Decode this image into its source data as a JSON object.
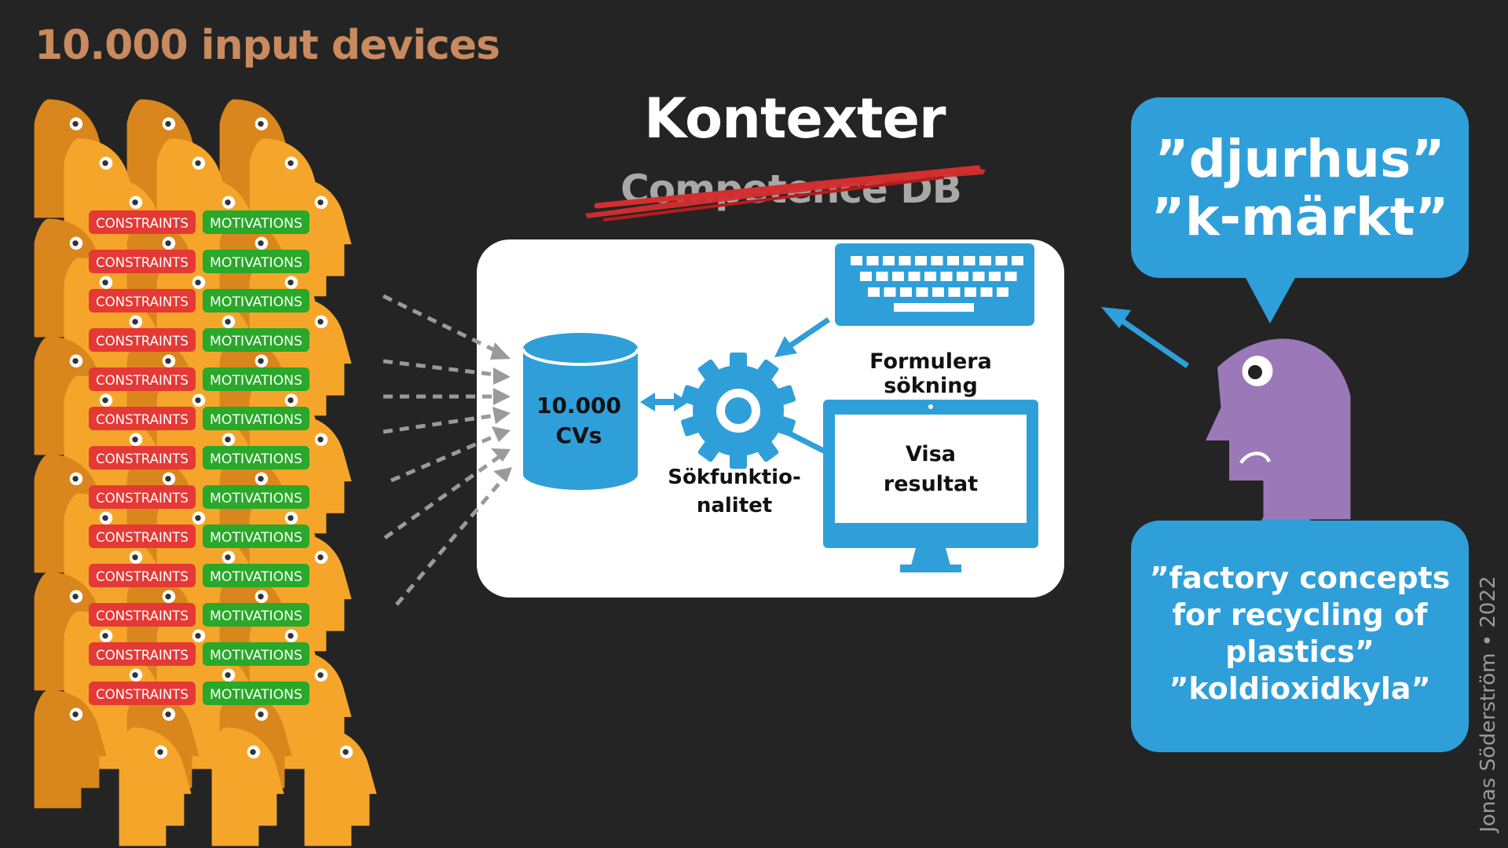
{
  "slide": {
    "title": "10.000 input devices",
    "badge_constraints": "CONSTRAINTS",
    "badge_motivations": "MOTIVATIONS",
    "kontexter": "Kontexter",
    "competence_db": "Competence DB",
    "db_label_line1": "10.000",
    "db_label_line2": "CVs",
    "search_function_line1": "Sökfunktio-",
    "search_function_line2": "nalitet",
    "formulate_search": "Formulera sökning",
    "show_results_line1": "Visa",
    "show_results_line2": "resultat",
    "bubble_top_line1": "”djurhus”",
    "bubble_top_line2": "”k-märkt”",
    "bubble_bottom_line1": "”factory concepts",
    "bubble_bottom_line2": "for recycling of",
    "bubble_bottom_line3": "plastics”",
    "bubble_bottom_line4": "”koldioxidkyla”",
    "credit": "Jonas Söderström • 2022"
  },
  "colors": {
    "background": "#242424",
    "title": "#c88a5e",
    "head_light": "#f5a62a",
    "head_dark": "#d9861c",
    "constraints": "#e53935",
    "motivations": "#29a829",
    "accent_blue": "#2f9fd9",
    "person_purple": "#9b78b8"
  },
  "icons": [
    "database-icon",
    "gear-icon",
    "keyboard-icon",
    "monitor-icon",
    "person-head-icon",
    "speech-bubble-icon"
  ]
}
